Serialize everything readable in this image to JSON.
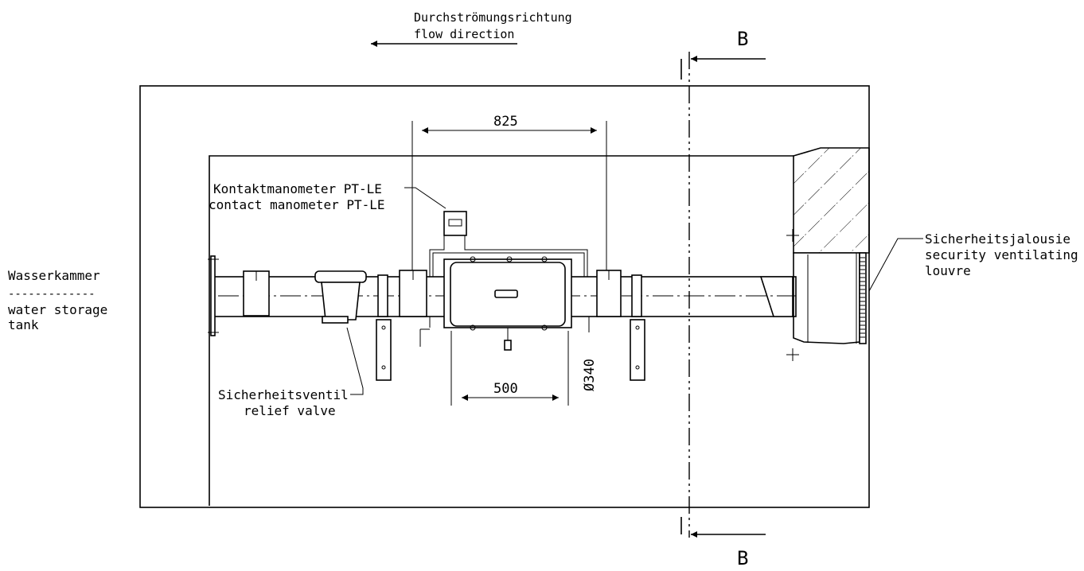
{
  "labels": {
    "flow_de": "Durchströmungsrichtung",
    "flow_en": "flow direction",
    "section_top": "B",
    "section_bottom": "B",
    "dim_825": "825",
    "dim_500": "500",
    "dim_340": "Ø340",
    "manometer_de": "Kontaktmanometer PT-LE",
    "manometer_en": "contact manometer PT-LE",
    "water_de": "Wasserkammer",
    "water_sep": "-------------",
    "water_en_1": "water storage",
    "water_en_2": "tank",
    "relief_de": "Sicherheitsventil",
    "relief_en": "relief valve",
    "louvre_de": "Sicherheitsjalousie",
    "louvre_en_1": "security ventilating",
    "louvre_en_2": "louvre"
  }
}
